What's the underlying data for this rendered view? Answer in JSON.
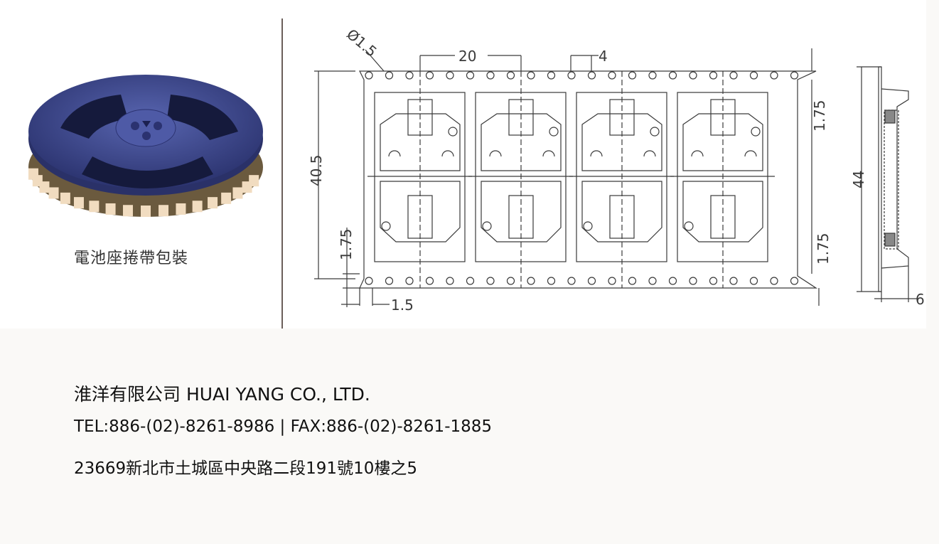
{
  "caption": "電池座捲帶包裝",
  "dimensions": {
    "hole_dia": "Ø1.5",
    "pocket_pitch": "20",
    "hole_pitch": "4",
    "top_margin": "1.75",
    "height_inner": "40.5",
    "left_margin": "1.75",
    "left_offset": "1.5",
    "bottom_margin": "1.75",
    "tape_width": "44",
    "depth": "6"
  },
  "company": {
    "name": "淮洋有限公司 HUAI YANG CO., LTD.",
    "contact": "TEL:886-(02)-8261-8986 | FAX:886-(02)-8261-1885",
    "address": "23669新北市土城區中央路二段191號10樓之5"
  },
  "colors": {
    "line": "#3a3a3a",
    "reel": "#3f4a8f",
    "reel_dark": "#262d63",
    "background": "#faf9f7"
  }
}
